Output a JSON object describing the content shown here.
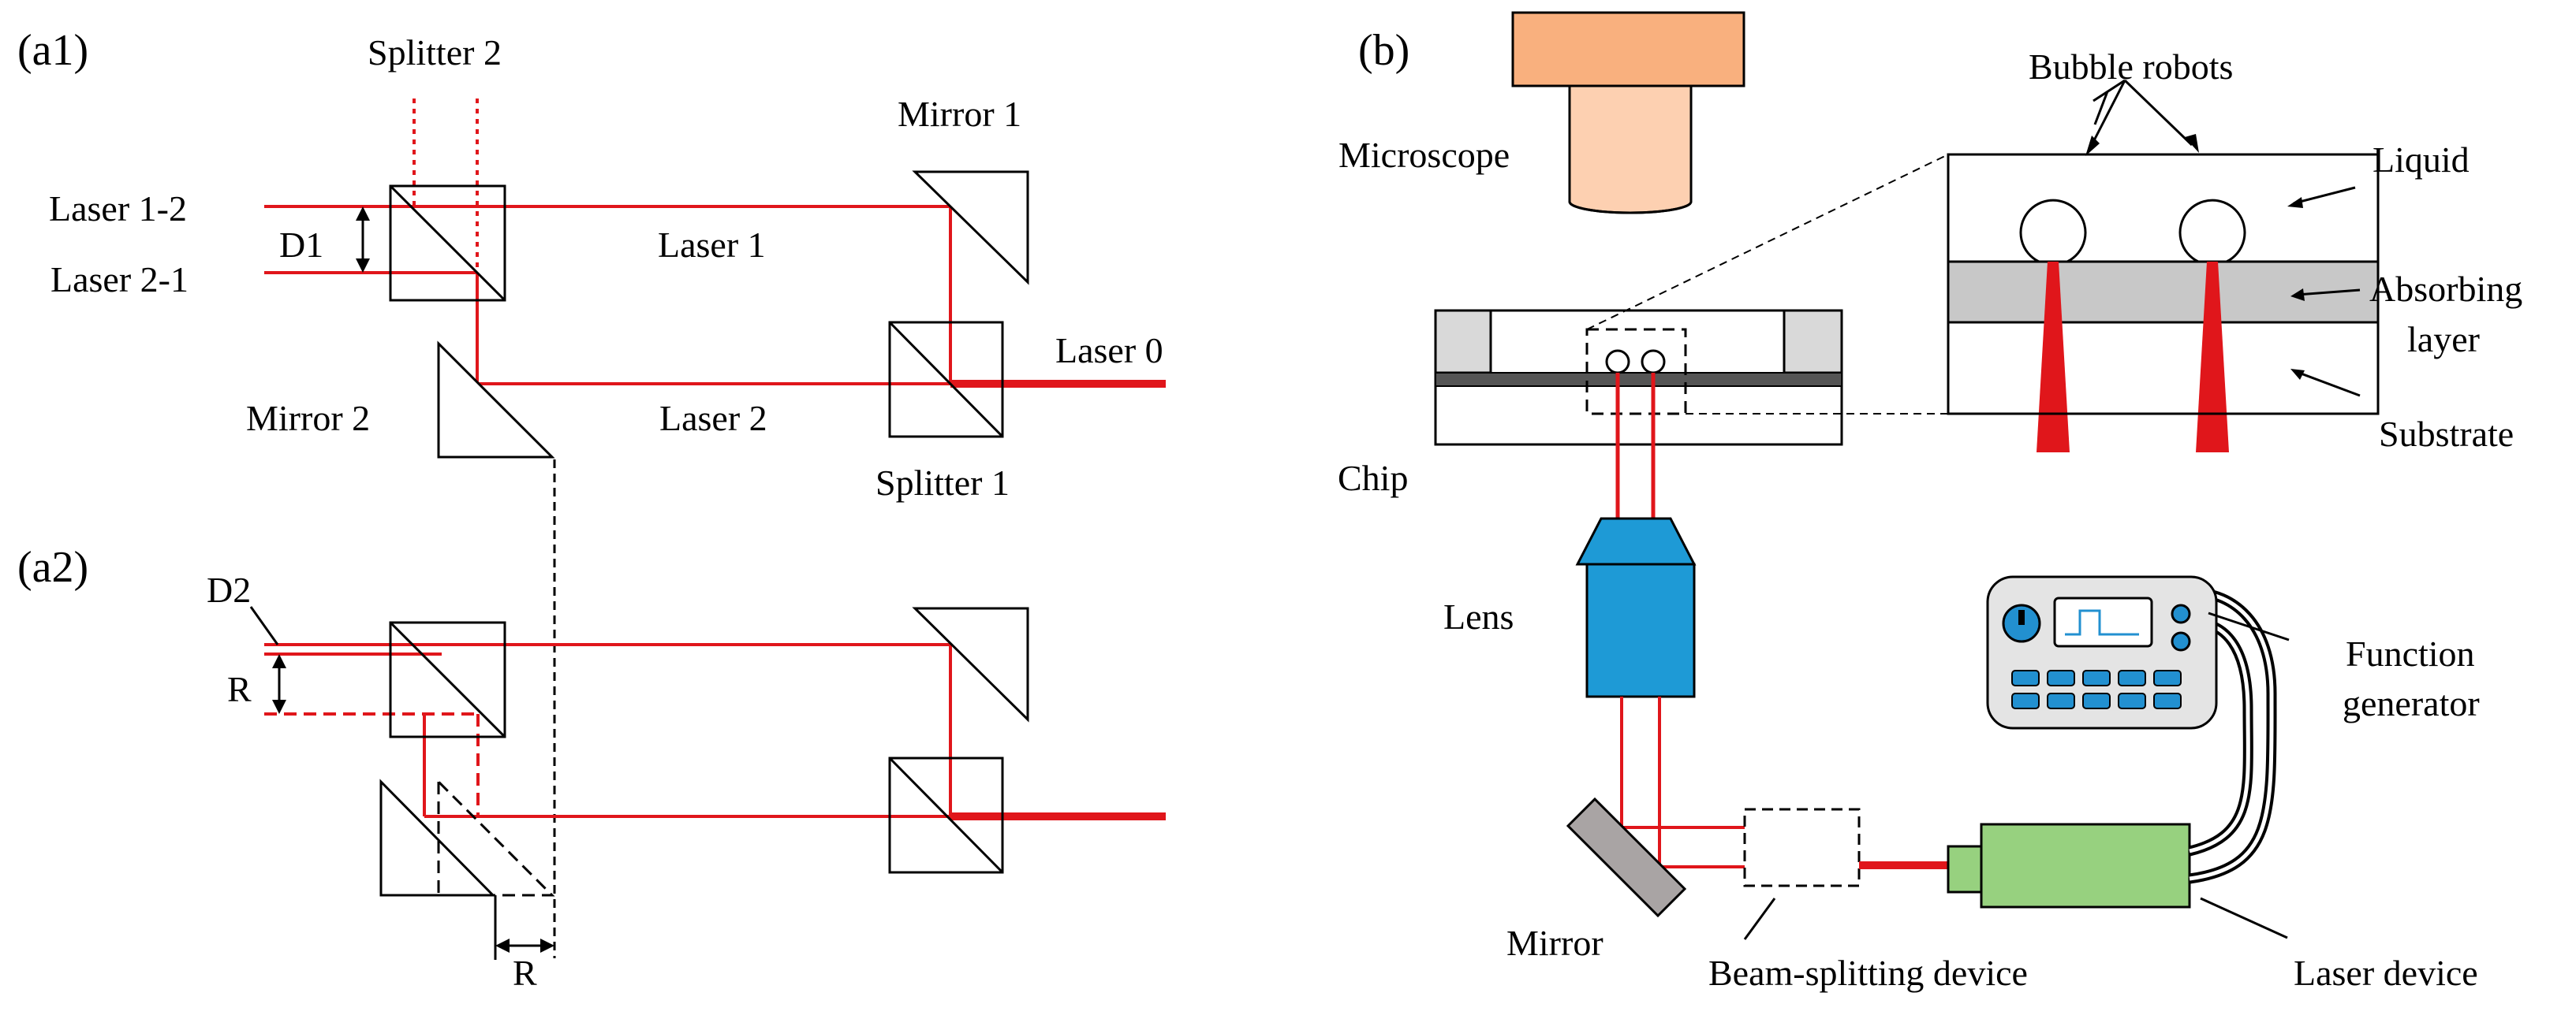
{
  "colors": {
    "laser_red": "#e0161b",
    "microscope_top": "#f9b07e",
    "microscope_bottom": "#fdd0b1",
    "lens_blue": "#1e9ad6",
    "laser_device_green": "#97d17f",
    "absorbing_layer_gray": "#c8c8c8",
    "mirror_gray": "#a9a4a4",
    "chip_layer_dark": "#555555",
    "function_generator_body": "#e4e4e4",
    "button_blue": "#2290d0"
  },
  "panel_a1": {
    "panel_label": "(a1)",
    "labels": {
      "splitter2": "Splitter 2",
      "mirror1": "Mirror 1",
      "laser_1_2": "Laser 1-2",
      "laser_2_1": "Laser 2-1",
      "d1": "D1",
      "laser1": "Laser 1",
      "laser0": "Laser 0",
      "mirror2": "Mirror 2",
      "laser2": "Laser 2",
      "splitter1": "Splitter 1"
    }
  },
  "panel_a2": {
    "panel_label": "(a2)",
    "labels": {
      "d2": "D2",
      "r_left": "R",
      "r_bottom": "R"
    }
  },
  "panel_b": {
    "panel_label": "(b)",
    "labels": {
      "microscope": "Microscope",
      "chip": "Chip",
      "lens": "Lens",
      "mirror": "Mirror",
      "beam_splitting_device": "Beam-splitting device",
      "laser_device": "Laser device",
      "function_generator_line1": "Function",
      "function_generator_line2": "generator",
      "bubble_robots": "Bubble robots",
      "liquid": "Liquid",
      "absorbing_layer_line1": "Absorbing",
      "absorbing_layer_line2": "layer",
      "substrate": "Substrate"
    },
    "icons": {
      "function_generator": "function-generator-icon",
      "dial": "knob-icon",
      "pulse_display": "pulse-wave-icon"
    }
  }
}
